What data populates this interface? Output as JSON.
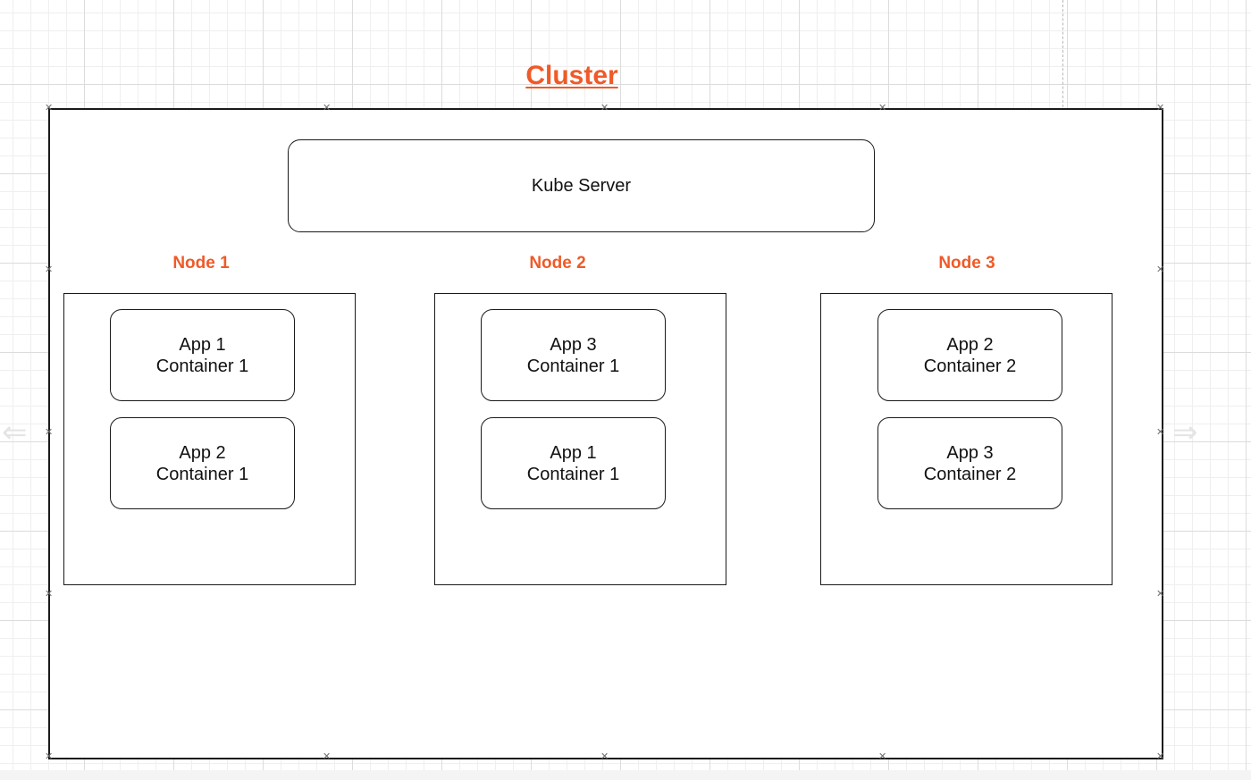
{
  "diagram": {
    "title": "Cluster",
    "kube_server": "Kube Server",
    "nodes": [
      {
        "label": "Node 1",
        "containers": [
          {
            "app": "App 1",
            "container": "Container 1"
          },
          {
            "app": "App 2",
            "container": "Container 1"
          }
        ]
      },
      {
        "label": "Node 2",
        "containers": [
          {
            "app": "App 3",
            "container": "Container 1"
          },
          {
            "app": "App 1",
            "container": "Container 1"
          }
        ]
      },
      {
        "label": "Node 3",
        "containers": [
          {
            "app": "App 2",
            "container": "Container 2"
          },
          {
            "app": "App 3",
            "container": "Container 2"
          }
        ]
      }
    ]
  },
  "colors": {
    "accent": "#ef5a28",
    "stroke": "#1a1a1a",
    "grid": "#dcdcdc"
  },
  "icons": {
    "selection_handle": "x-mark-icon",
    "connect_arrow": "arrow-icon"
  }
}
